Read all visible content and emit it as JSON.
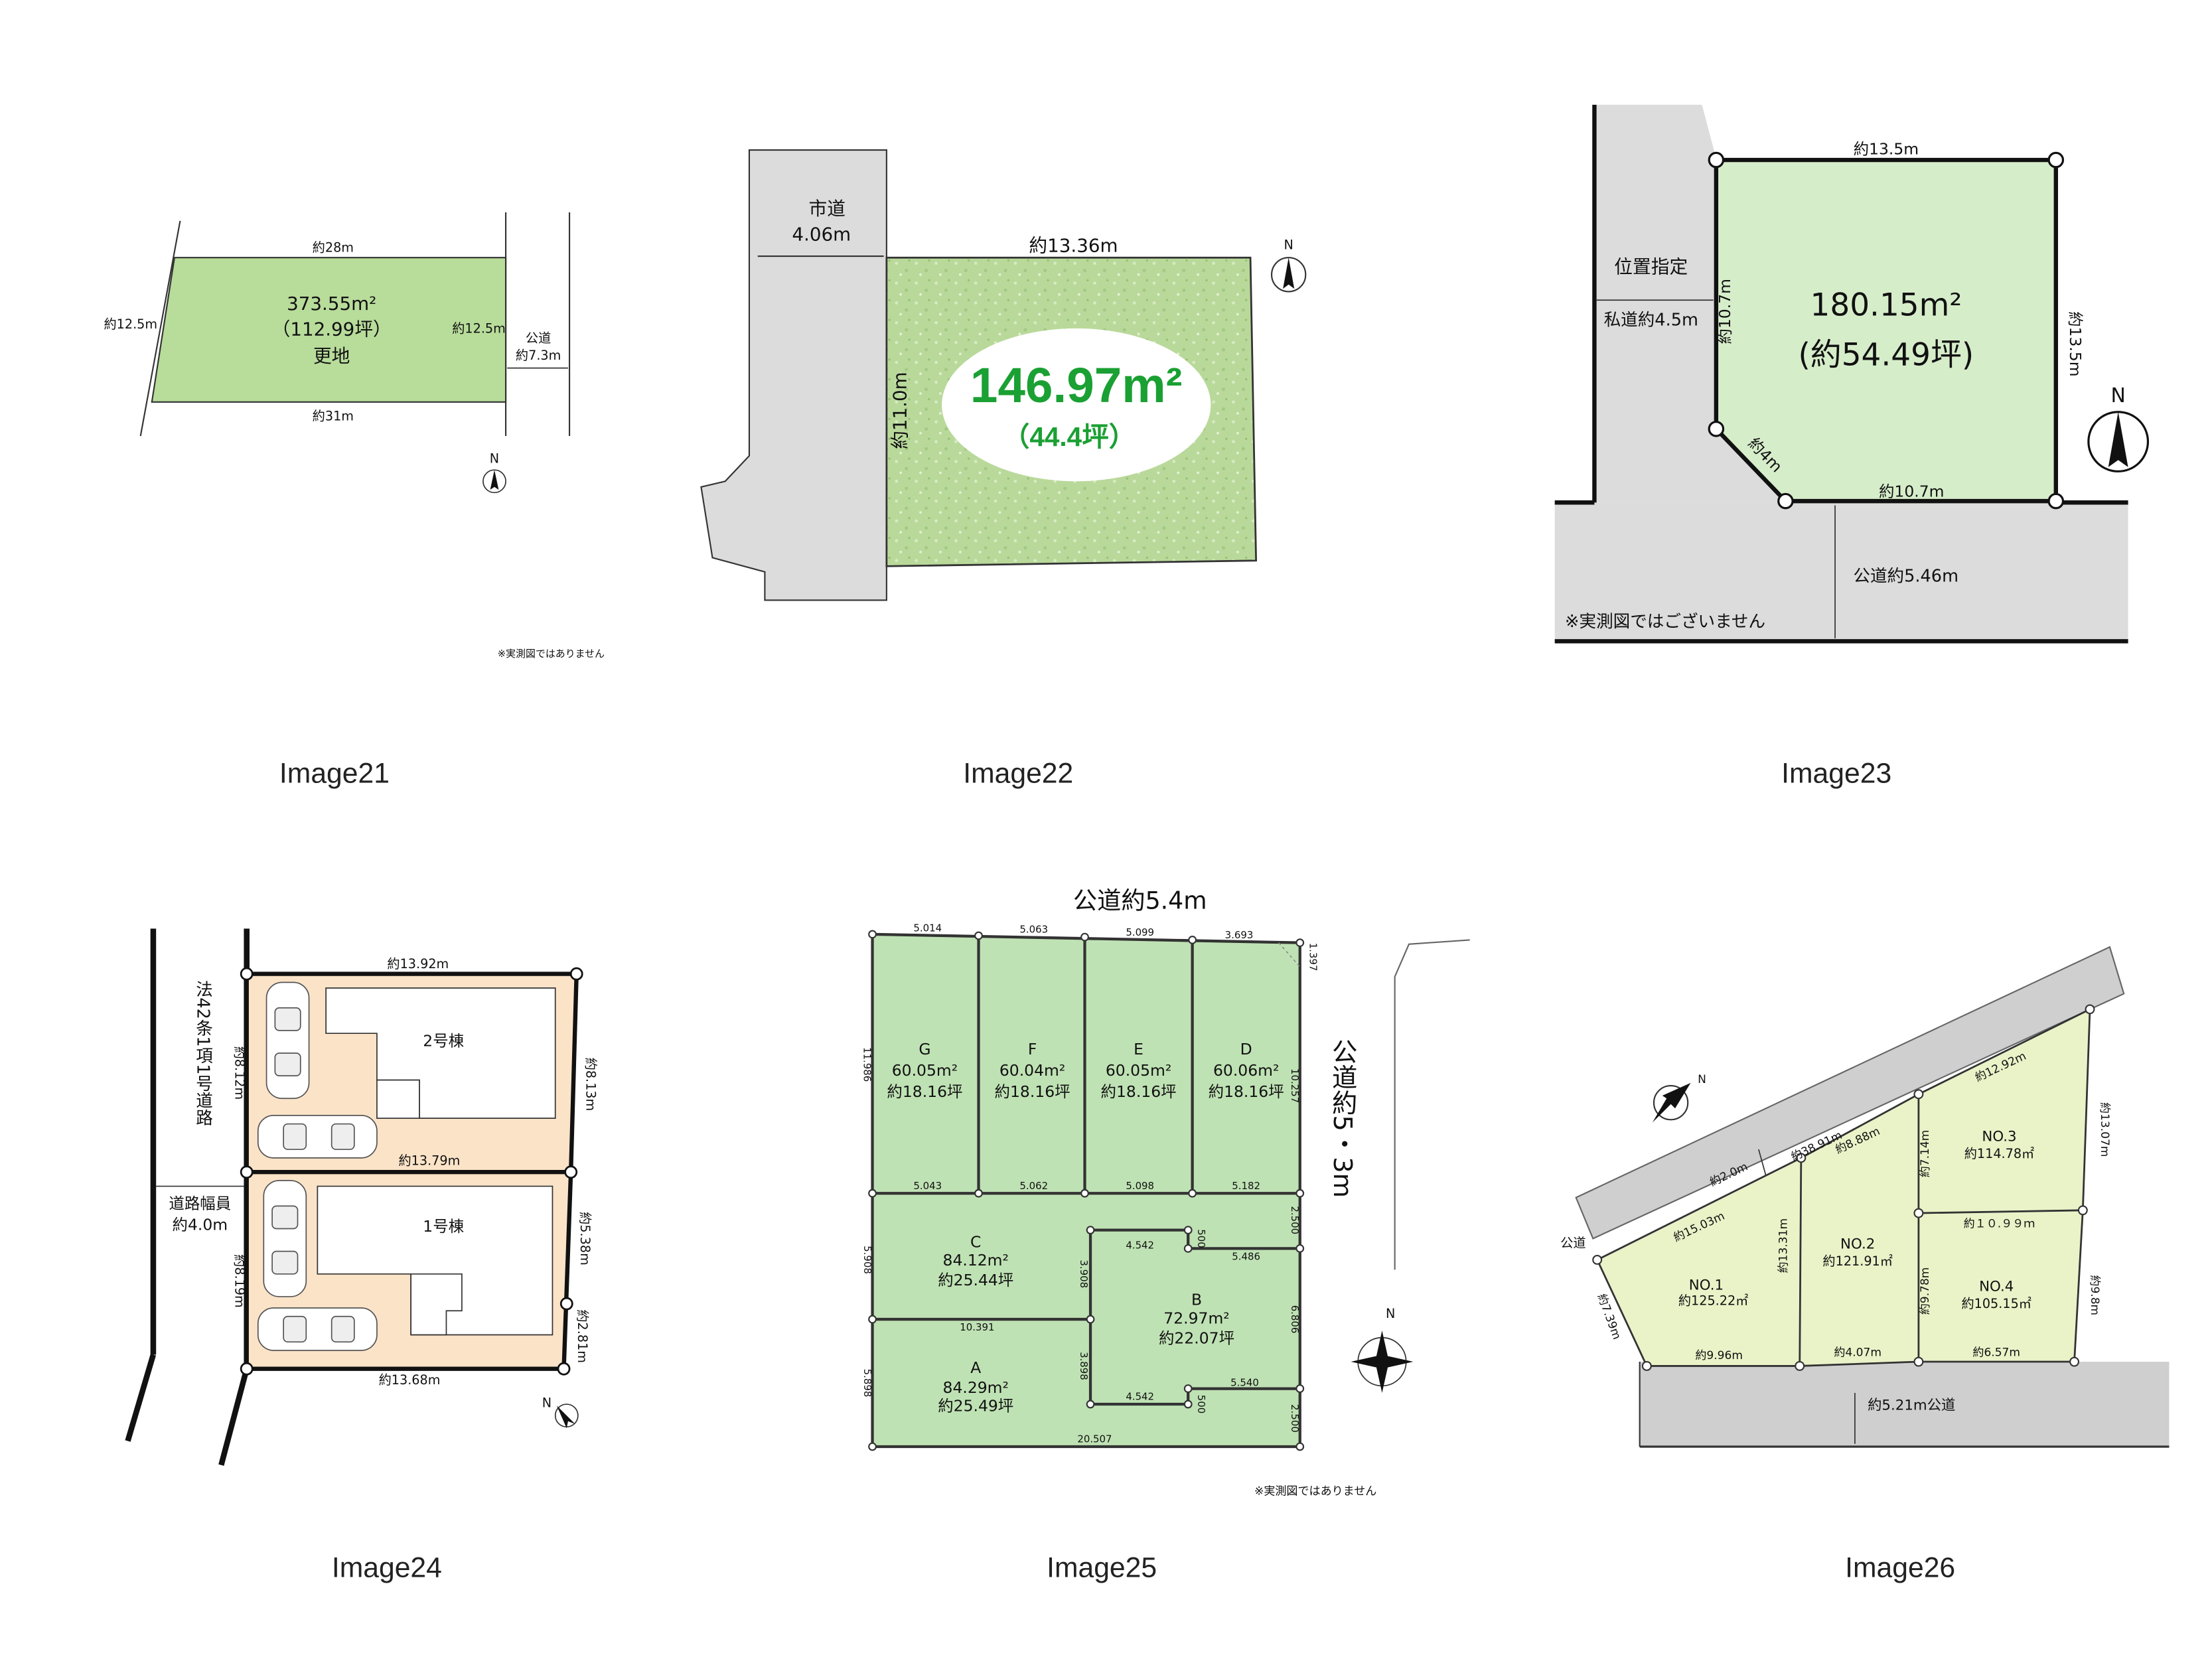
{
  "captions": [
    "Image21",
    "Image22",
    "Image23",
    "Image24",
    "Image25",
    "Image26"
  ],
  "compass_n": "N",
  "plan21": {
    "area": "373.55m²",
    "tsubo": "（112.99坪）",
    "type": "更地",
    "top": "約28m",
    "bottom": "約31m",
    "left": "約12.5m",
    "right": "約12.5m",
    "road": "公道",
    "road_width": "約7.3m",
    "note": "※実測図ではありません"
  },
  "plan22": {
    "road": "市道",
    "road_width": "4.06m",
    "top": "約13.36m",
    "left": "約11.0m",
    "area": "146.97m²",
    "tsubo": "（44.4坪）"
  },
  "plan23": {
    "top": "約13.5m",
    "right": "約13.5m",
    "left": "約10.7m",
    "bottom": "約10.7m",
    "diag": "約4m",
    "area": "180.15m²",
    "tsubo": "(約54.49坪)",
    "position": "位置指定",
    "private_road": "私道約4.5m",
    "public_road": "公道約5.46m",
    "note": "※実測図ではございません"
  },
  "plan24": {
    "road_law": "法42条1項1号道路",
    "road_width_label": "道路幅員",
    "road_width": "約4.0m",
    "top": "約13.92m",
    "middle": "約13.79m",
    "bottom": "約13.68m",
    "left_upper": "約8.12m",
    "left_lower": "約8.19m",
    "right_upper": "約8.13m",
    "right_mid": "約5.38m",
    "right_lower": "約2.81m",
    "house2": "2号棟",
    "house1": "1号棟"
  },
  "plan25": {
    "road_top": "公道約5.4m",
    "road_right": "公道約5・3m",
    "lots": [
      {
        "name": "G",
        "area": "60.05m²",
        "tsubo": "約18.16坪"
      },
      {
        "name": "F",
        "area": "60.04m²",
        "tsubo": "約18.16坪"
      },
      {
        "name": "E",
        "area": "60.05m²",
        "tsubo": "約18.16坪"
      },
      {
        "name": "D",
        "area": "60.06m²",
        "tsubo": "約18.16坪"
      },
      {
        "name": "C",
        "area": "84.12m²",
        "tsubo": "約25.44坪"
      },
      {
        "name": "B",
        "area": "72.97m²",
        "tsubo": "約22.07坪"
      },
      {
        "name": "A",
        "area": "84.29m²",
        "tsubo": "約25.49坪"
      }
    ],
    "dims": {
      "top_g": "5.014",
      "top_f": "5.063",
      "top_e": "5.099",
      "top_d": "3.693",
      "corner": "1.397",
      "left_g": "11.986",
      "right_d": "10.257",
      "mid_g": "5.043",
      "mid_f": "5.062",
      "mid_e": "5.098",
      "mid_d": "5.182",
      "r1": "2.500",
      "b_top": "4.542",
      "b_n1": "500",
      "b_in": "5.486",
      "c_right": "3.908",
      "left_c": "5.908",
      "ca": "10.391",
      "b_right": "6.806",
      "a_right": "3.898",
      "b_bot": "4.542",
      "b_n2": "500",
      "b_in2": "5.540",
      "left_a": "5.898",
      "bottom": "20.507",
      "r2": "2.500"
    },
    "note": "※実測図ではありません"
  },
  "plan26": {
    "lots": [
      {
        "name": "NO.1",
        "area": "約125.22㎡"
      },
      {
        "name": "NO.2",
        "area": "約121.91㎡"
      },
      {
        "name": "NO.3",
        "area": "約114.78㎡"
      },
      {
        "name": "NO.4",
        "area": "約105.15㎡"
      }
    ],
    "road": "公道",
    "road_bottom": "約5.21m公道",
    "dims": {
      "upper_w": "約2.0m",
      "diag1": "約15.03m",
      "diag2": "約38.91m",
      "n2top": "約8.88m",
      "n3top": "約12.92m",
      "n3right": "約13.07m",
      "n3left": "約7.14m",
      "mid": "約１０.９９ｍ",
      "n1left": "約7.39m",
      "n1right": "約13.31m",
      "n4left": "約9.78m",
      "n4right": "約9.8m",
      "b1": "約9.96m",
      "b2": "約4.07m",
      "b3": "約6.57m"
    }
  }
}
